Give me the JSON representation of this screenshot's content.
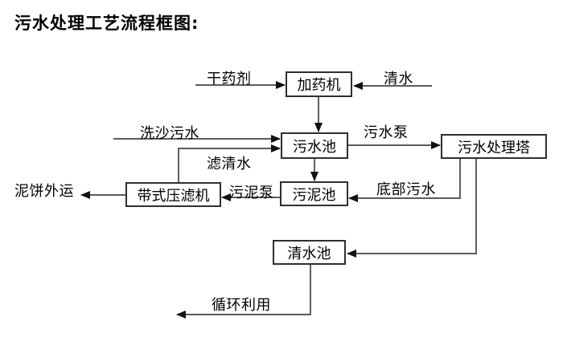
{
  "title": "污水处理工艺流程框图:",
  "nodes": {
    "dosing_machine": "加药机",
    "sewage_pool": "污水池",
    "sewage_treatment_tower": "污水处理塔",
    "sludge_pool": "污泥池",
    "belt_filter_press": "带式压滤机",
    "clean_water_pool": "清水池"
  },
  "flow_labels": {
    "dry_chemical": "干药剂",
    "clean_water": "清水",
    "sand_washing_sewage": "洗沙污水",
    "sewage_pump": "污水泵",
    "filtered_water": "滤清水",
    "mud_cake_transport": "泥饼外运",
    "sludge_pump": "污泥泵",
    "bottom_sewage": "底部污水",
    "recycling": "循环利用"
  },
  "edges": [
    {
      "from": "dry_chemical",
      "to": "dosing_machine",
      "label": "干药剂"
    },
    {
      "from": "clean_water",
      "to": "dosing_machine",
      "label": "清水"
    },
    {
      "from": "dosing_machine",
      "to": "sewage_pool",
      "label": ""
    },
    {
      "from": "sand_washing_sewage",
      "to": "sewage_pool",
      "label": "洗沙污水"
    },
    {
      "from": "belt_filter_press",
      "to": "sewage_pool",
      "label": "滤清水"
    },
    {
      "from": "sewage_pool",
      "to": "sewage_treatment_tower",
      "label": "污水泵"
    },
    {
      "from": "sewage_pool",
      "to": "sludge_pool",
      "label": ""
    },
    {
      "from": "sludge_pool",
      "to": "belt_filter_press",
      "label": "污泥泵"
    },
    {
      "from": "belt_filter_press",
      "to": "mud_cake_transport",
      "label": "泥饼外运"
    },
    {
      "from": "sewage_treatment_tower",
      "to": "sludge_pool",
      "label": "底部污水"
    },
    {
      "from": "sewage_treatment_tower",
      "to": "clean_water_pool",
      "label": ""
    },
    {
      "from": "clean_water_pool",
      "to": "recycling",
      "label": "循环利用"
    }
  ],
  "colors": {
    "line": "#444444",
    "box_border": "#2f2f2f",
    "arrow": "#111111",
    "text": "#000000",
    "background": "#ffffff"
  }
}
